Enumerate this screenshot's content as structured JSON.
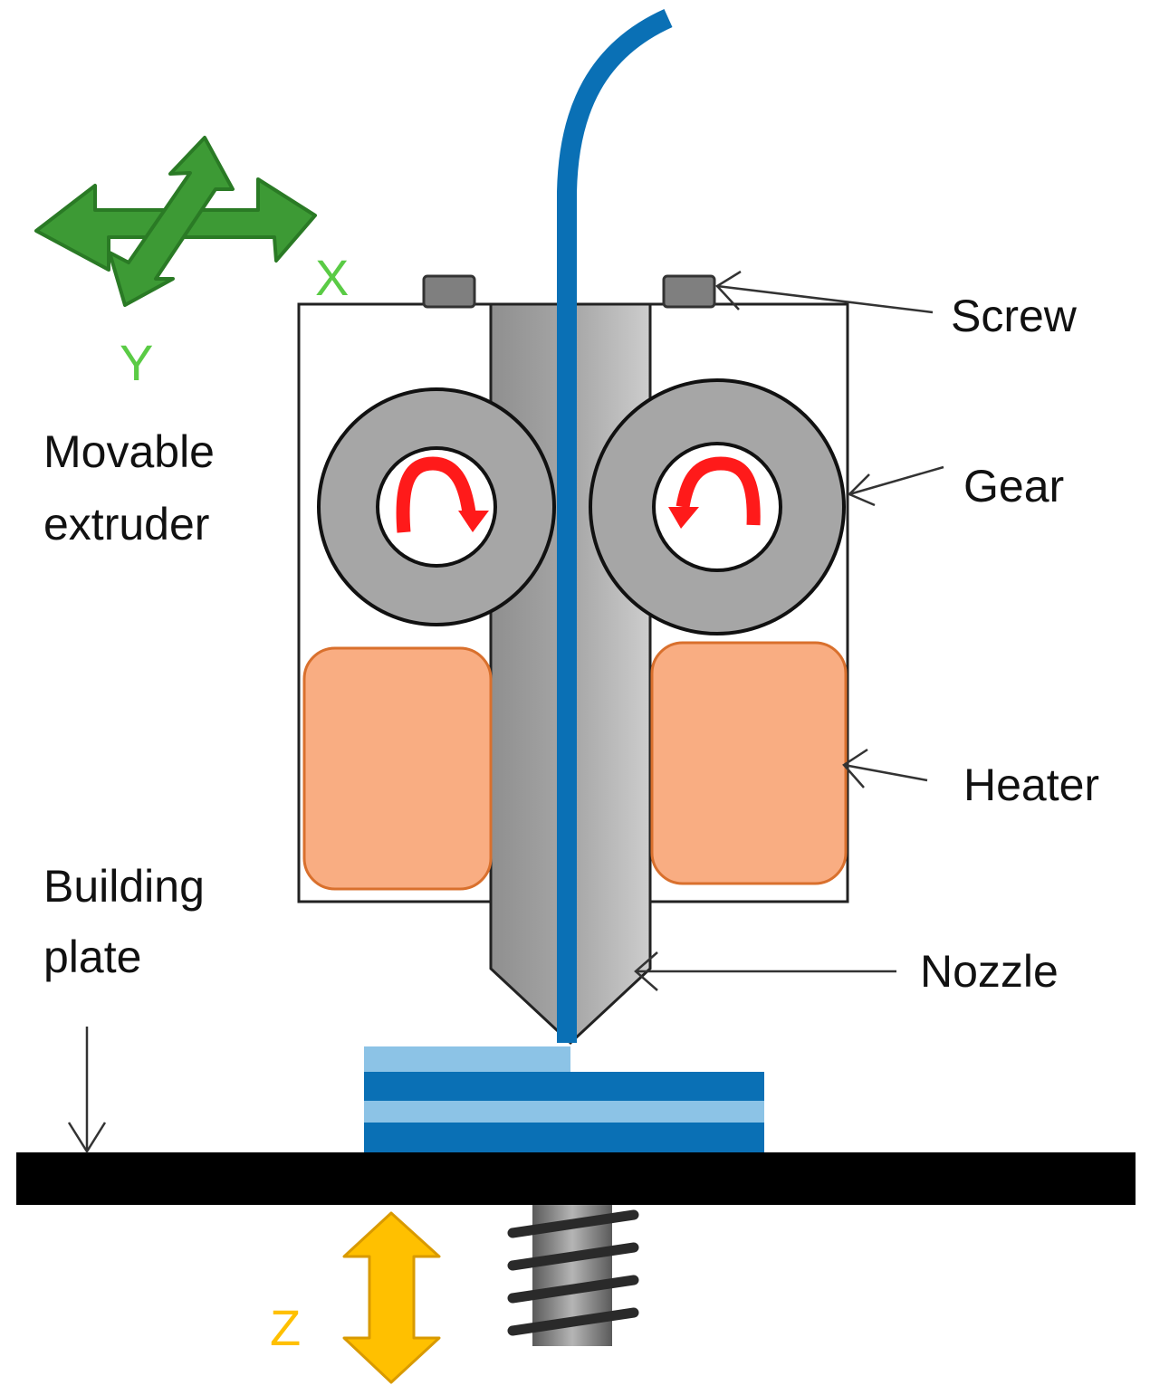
{
  "labels": {
    "screw": "Screw",
    "gear": "Gear",
    "heater": "Heater",
    "nozzle": "Nozzle",
    "movable_extruder_line1": "Movable",
    "movable_extruder_line2": "extruder",
    "building_plate_line1": "Building",
    "building_plate_line2": "plate"
  },
  "axes": {
    "x": "X",
    "y": "Y",
    "z": "Z"
  },
  "colors": {
    "filament": "#0a70b5",
    "filament_light": "#8cc3e6",
    "heater_fill": "#f9ad82",
    "heater_stroke": "#d9702d",
    "gear_fill": "#a6a6a6",
    "rotation_arrow": "#ff1a1a",
    "xy_arrow": "#3d9a35",
    "xy_label": "#5acb45",
    "z_arrow": "#ffc000",
    "plate": "#000000"
  }
}
